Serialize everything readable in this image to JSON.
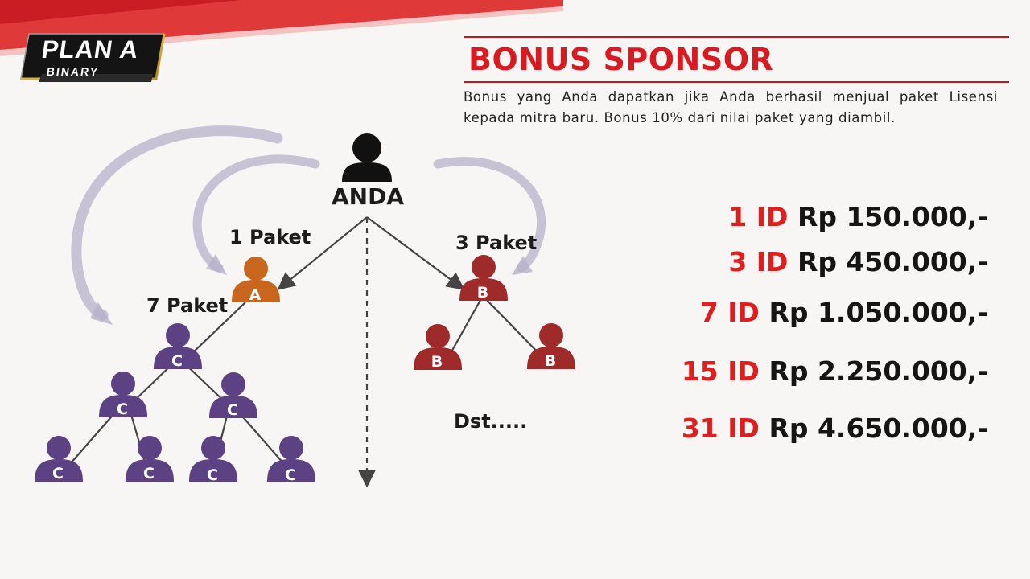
{
  "badge": {
    "line1": "PLAN A",
    "line2": "BINARY"
  },
  "header": {
    "title": "BONUS SPONSOR",
    "description": "Bonus yang Anda dapatkan jika Anda berhasil menjual paket Lisensi kepada mitra baru. Bonus 10%  dari nilai paket yang diambil."
  },
  "diagram": {
    "root_label": "ANDA",
    "paket_1": "1 Paket",
    "paket_3": "3 Paket",
    "paket_7": "7 Paket",
    "node_a": "A",
    "node_b": "B",
    "node_c": "C",
    "continuation": "Dst....."
  },
  "bonus_list": [
    {
      "id": "1 ID",
      "amount": "Rp 150.000,-"
    },
    {
      "id": "3 ID",
      "amount": "Rp 450.000,-"
    },
    {
      "id": "7 ID",
      "amount": "Rp 1.050.000,-"
    },
    {
      "id": "15 ID",
      "amount": "Rp 2.250.000,-"
    },
    {
      "id": "31 ID",
      "amount": "Rp 4.650.000,-"
    }
  ],
  "colors": {
    "accent_red": "#d91a20",
    "node_a": "#c9661e",
    "node_b": "#9e2a2a",
    "node_c": "#5d4283",
    "root": "#111111",
    "arrow_arc": "#b7b1cb"
  }
}
